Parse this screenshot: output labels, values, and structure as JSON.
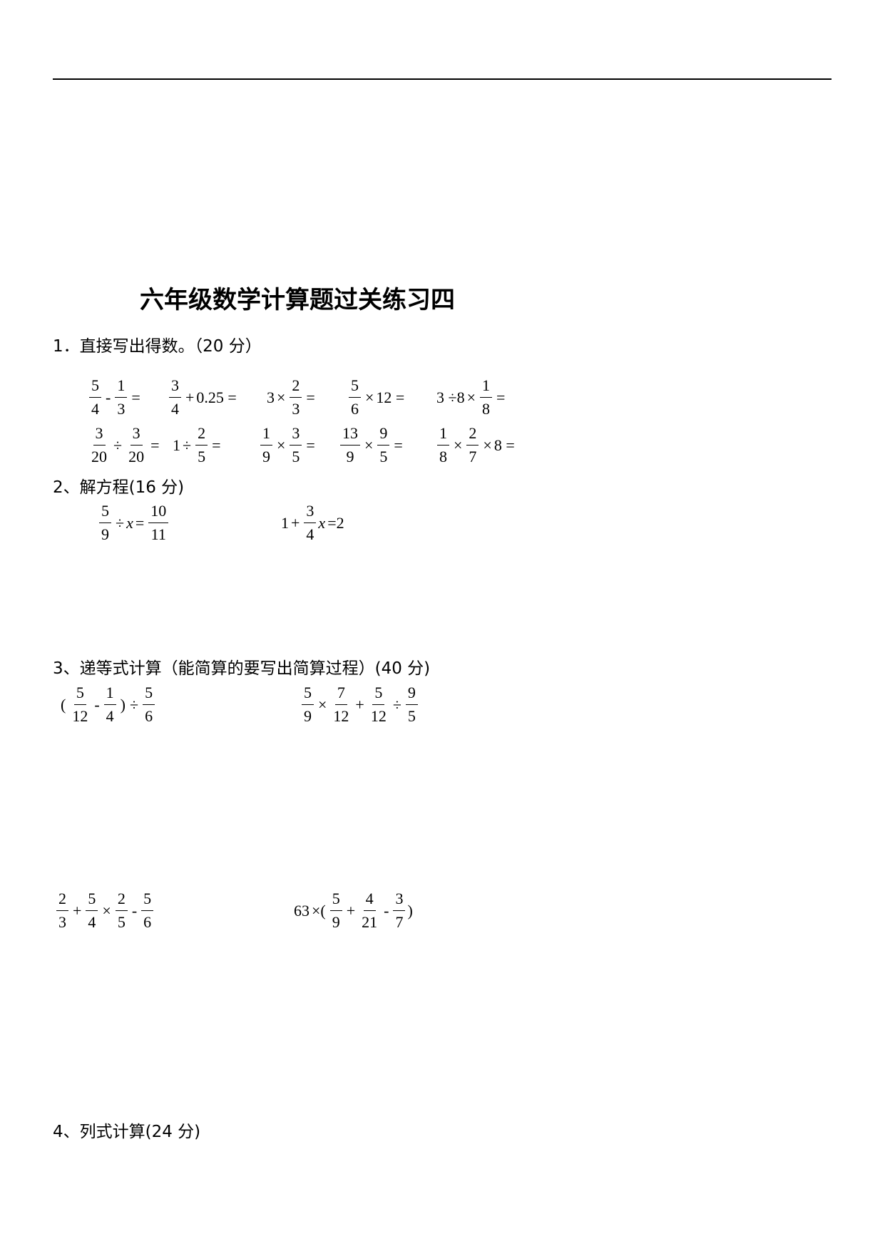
{
  "title": "六年级数学计算题过关练习四",
  "section1": {
    "heading": "1．直接写出得数。（20 分）",
    "row1": {
      "p1": {
        "a": {
          "n": "5",
          "d": "4"
        },
        "op": "-",
        "b": {
          "n": "1",
          "d": "3"
        },
        "eq": "="
      },
      "p2": {
        "a": {
          "n": "3",
          "d": "4"
        },
        "op": "+",
        "tail": "0.25 ="
      },
      "p3": {
        "lead": "3",
        "op": "×",
        "b": {
          "n": "2",
          "d": "3"
        },
        "eq": "="
      },
      "p4": {
        "a": {
          "n": "5",
          "d": "6"
        },
        "op": "×",
        "tail": "12 ="
      },
      "p5": {
        "lead": "3 ÷8",
        "op": "×",
        "b": {
          "n": "1",
          "d": "8"
        },
        "eq": "="
      }
    },
    "row2": {
      "p1": {
        "a": {
          "n": "3",
          "d": "20"
        },
        "op": "÷",
        "b": {
          "n": "3",
          "d": "20"
        },
        "eq": "="
      },
      "p2": {
        "lead": "1",
        "op": "÷",
        "b": {
          "n": "2",
          "d": "5"
        },
        "eq": "="
      },
      "p3": {
        "a": {
          "n": "1",
          "d": "9"
        },
        "op": "×",
        "b": {
          "n": "3",
          "d": "5"
        },
        "eq": "="
      },
      "p4": {
        "a": {
          "n": "13",
          "d": "9"
        },
        "op": "×",
        "b": {
          "n": "9",
          "d": "5"
        },
        "eq": "="
      },
      "p5": {
        "a": {
          "n": "1",
          "d": "8"
        },
        "op": "×",
        "b": {
          "n": "2",
          "d": "7"
        },
        "op2": "×",
        "tail": "8 ="
      }
    }
  },
  "section2": {
    "heading": "2、解方程(16 分)",
    "eq1": {
      "a": {
        "n": "5",
        "d": "9"
      },
      "op": "÷",
      "var": "x",
      "eq": "=",
      "b": {
        "n": "10",
        "d": "11"
      }
    },
    "eq2": {
      "lead": "1",
      "op": "+",
      "a": {
        "n": "3",
        "d": "4"
      },
      "var": "x",
      "tail": "=2"
    }
  },
  "section3": {
    "heading": "3、递等式计算（能简算的要写出简算过程）(40 分)",
    "e1": {
      "open": "(",
      "a": {
        "n": "5",
        "d": "12"
      },
      "op": "-",
      "b": {
        "n": "1",
        "d": "4"
      },
      "close": ")",
      "op2": "÷",
      "c": {
        "n": "5",
        "d": "6"
      }
    },
    "e2": {
      "a": {
        "n": "5",
        "d": "9"
      },
      "op": "×",
      "b": {
        "n": "7",
        "d": "12"
      },
      "op2": "+",
      "c": {
        "n": "5",
        "d": "12"
      },
      "op3": "÷",
      "d": {
        "n": "9",
        "d": "5"
      }
    },
    "e3": {
      "a": {
        "n": "2",
        "d": "3"
      },
      "op": "+",
      "b": {
        "n": "5",
        "d": "4"
      },
      "op2": "×",
      "c": {
        "n": "2",
        "d": "5"
      },
      "op3": "-",
      "d": {
        "n": "5",
        "d": "6"
      }
    },
    "e4": {
      "lead": "63",
      "op": "×(",
      "a": {
        "n": "5",
        "d": "9"
      },
      "op2": "+",
      "b": {
        "n": "4",
        "d": "21"
      },
      "op3": "-",
      "c": {
        "n": "3",
        "d": "7"
      },
      "close": ")"
    }
  },
  "section4": {
    "heading": "4、列式计算(24 分)"
  }
}
